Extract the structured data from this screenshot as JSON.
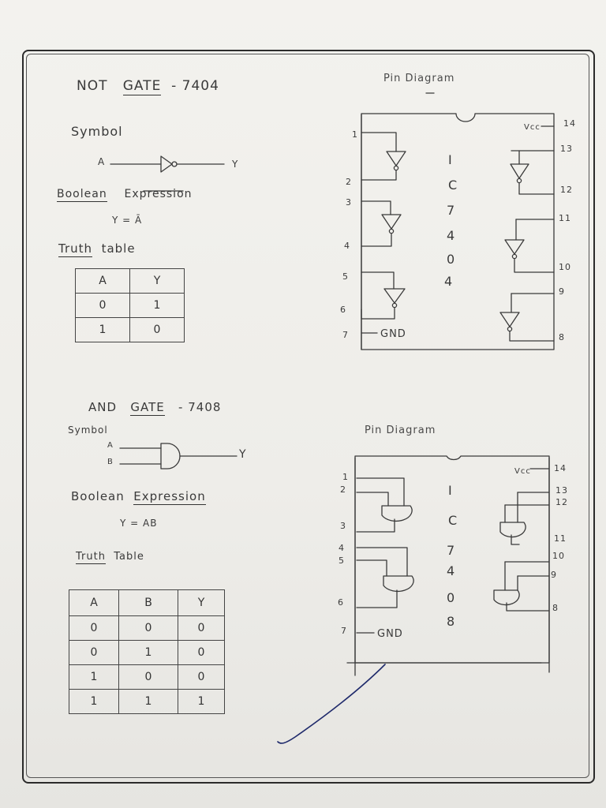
{
  "not_section": {
    "title_a": "NOT",
    "title_b": "GATE",
    "title_c": "- 7404",
    "symbol_label": "Symbol",
    "input_label": "A",
    "output_label": "Y",
    "boolean_label_a": "Boolean",
    "boolean_label_b": "Expression",
    "expression": "Y = Ā",
    "truth_label_a": "Truth",
    "truth_label_b": "table",
    "truth_table": {
      "headers": [
        "A",
        "Y"
      ],
      "rows": [
        [
          "0",
          "1"
        ],
        [
          "1",
          "0"
        ]
      ]
    },
    "pin_diagram_title": "Pin Diagram",
    "ic_label": [
      "I",
      "C",
      "7",
      "4",
      "0",
      "4"
    ],
    "vcc": "Vcc",
    "gnd": "GND",
    "left_pins": [
      "1",
      "2",
      "3",
      "4",
      "5",
      "6",
      "7"
    ],
    "right_pins": [
      "14",
      "13",
      "12",
      "11",
      "10",
      "9",
      "8"
    ]
  },
  "and_section": {
    "title_a": "AND",
    "title_b": "GATE",
    "title_c": "- 7408",
    "symbol_label": "Symbol",
    "input_a_label": "A",
    "input_b_label": "B",
    "output_label": "Y",
    "boolean_label_a": "Boolean",
    "boolean_label_b": "Expression",
    "expression": "Y = AB",
    "truth_label_a": "Truth",
    "truth_label_b": "Table",
    "truth_table": {
      "headers": [
        "A",
        "B",
        "Y"
      ],
      "rows": [
        [
          "0",
          "0",
          "0"
        ],
        [
          "0",
          "1",
          "0"
        ],
        [
          "1",
          "0",
          "0"
        ],
        [
          "1",
          "1",
          "1"
        ]
      ]
    },
    "pin_diagram_title": "Pin Diagram",
    "ic_label": [
      "I",
      "C",
      "7",
      "4",
      "0",
      "8"
    ],
    "vcc": "Vcc",
    "gnd": "GND",
    "left_pins": [
      "1",
      "2",
      "3",
      "4",
      "5",
      "6",
      "7"
    ],
    "right_pins": [
      "14",
      "13",
      "12",
      "11",
      "10",
      "9",
      "8"
    ]
  },
  "colors": {
    "ink": "#333333",
    "paper": "#f1f0ec",
    "pen": "#1f2a6b"
  }
}
